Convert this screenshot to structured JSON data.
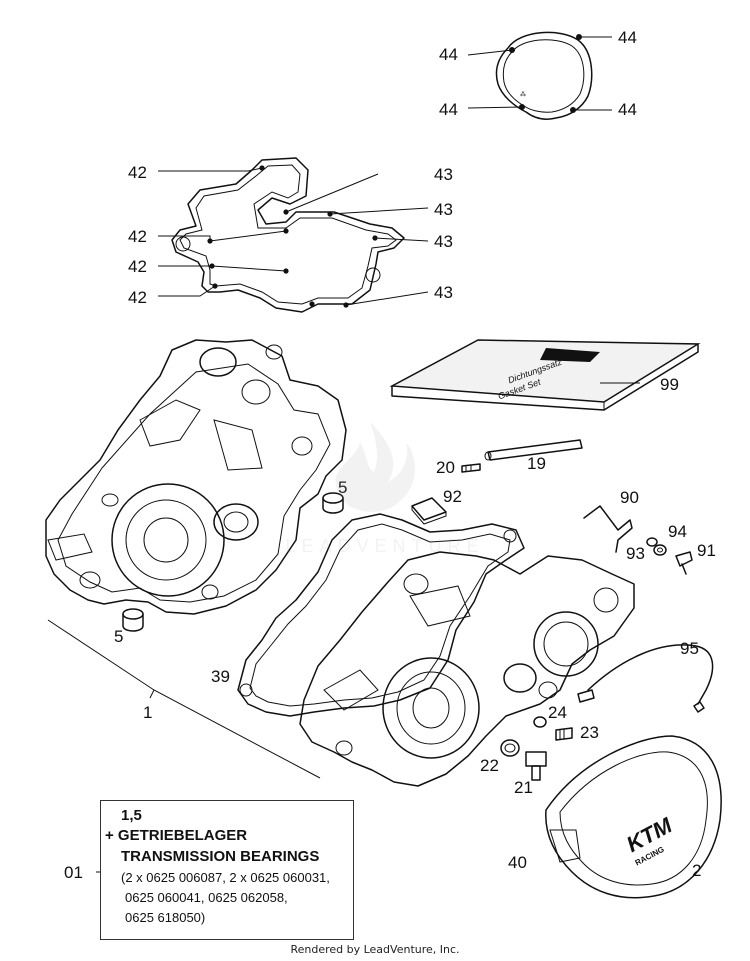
{
  "callouts": {
    "c44a": "44",
    "c44b": "44",
    "c44c": "44",
    "c44d": "44",
    "c42a": "42",
    "c42b": "42",
    "c42c": "42",
    "c42d": "42",
    "c43a": "43",
    "c43b": "43",
    "c43c": "43",
    "c43d": "43",
    "c99": "99",
    "c5a": "5",
    "c5b": "5",
    "c20": "20",
    "c19": "19",
    "c92": "92",
    "c90": "90",
    "c94": "94",
    "c93": "93",
    "c91": "91",
    "c39": "39",
    "c1": "1",
    "c95": "95",
    "c24": "24",
    "c23": "23",
    "c22": "22",
    "c21": "21",
    "c40": "40",
    "c2": "2",
    "c01": "01"
  },
  "gasket_set_box": {
    "line1": "Dichtungssatz",
    "line2": "Gasket Set"
  },
  "cover_logo": {
    "brand": "KTM",
    "sub": "RACING"
  },
  "note": {
    "line1": "1,5",
    "line2": "+ GETRIEBELAGER",
    "line3": "TRANSMISSION BEARINGS",
    "line4": "(2 x 0625 006087, 2 x 0625 060031,",
    "line5": "0625 060041, 0625 062058,",
    "line6": "0625 618050)"
  },
  "credit": "Rendered by LeadVenture, Inc.",
  "watermark_text": "LEADVENTURE",
  "colors": {
    "ink": "#111111",
    "box_fill": "#f2f2f2",
    "watermark": "#999999"
  }
}
